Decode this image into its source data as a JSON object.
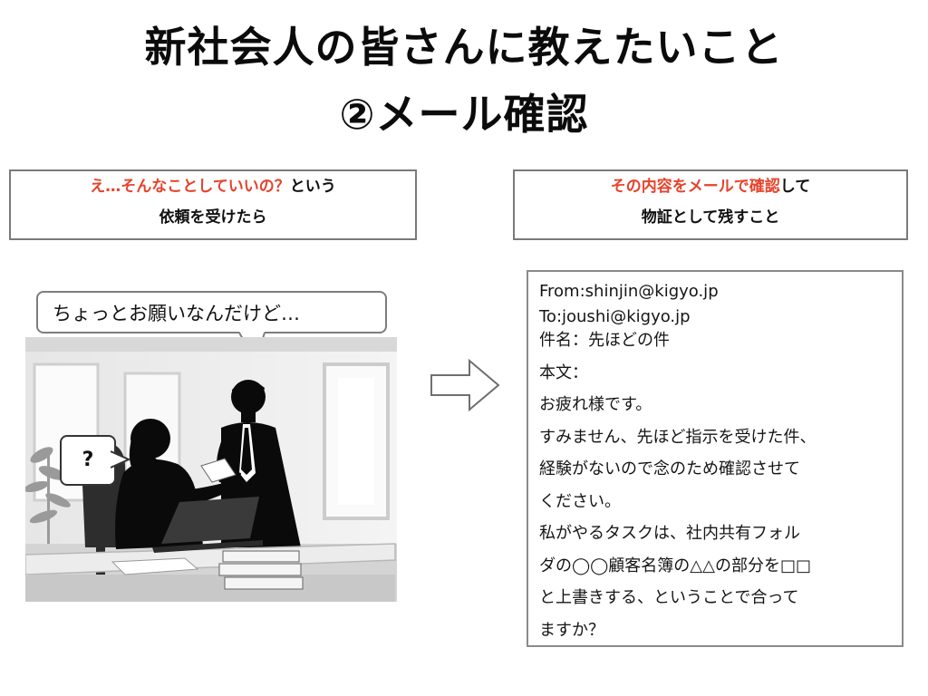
{
  "title": {
    "line1": "新社会人の皆さんに教えたいこと",
    "line2": "②メール確認"
  },
  "left_box": {
    "red_text": "え…そんなことしていいの？",
    "black_text": "という",
    "line2": "依頼を受けたら"
  },
  "right_box": {
    "red_text": "その内容をメールで確認",
    "black_text": "して",
    "line2": "物証として残すこと"
  },
  "speech_bubble": "ちょっとお願いなんだけど…",
  "question_bubble": "?",
  "email": {
    "from": "From:shinjin@kigyo.jp",
    "to": "To:joushi@kigyo.jp",
    "lines": [
      "件名：先ほどの件",
      "本文：",
      "お疲れ様です。",
      "すみません、先ほど指示を受けた件、",
      "経験がないので念のため確認させて",
      "ください。",
      "私がやるタスクは、社内共有フォル",
      "ダの◯◯顧客名簿の△△の部分を□□",
      "と上書きする、ということで合って",
      "ますか？"
    ]
  },
  "colors": {
    "accent_red": "#e5432c",
    "border_gray": "#7a7a7a"
  },
  "icons": {
    "arrow": "right-arrow-outline",
    "illustration": "office-silhouette-illustration"
  }
}
